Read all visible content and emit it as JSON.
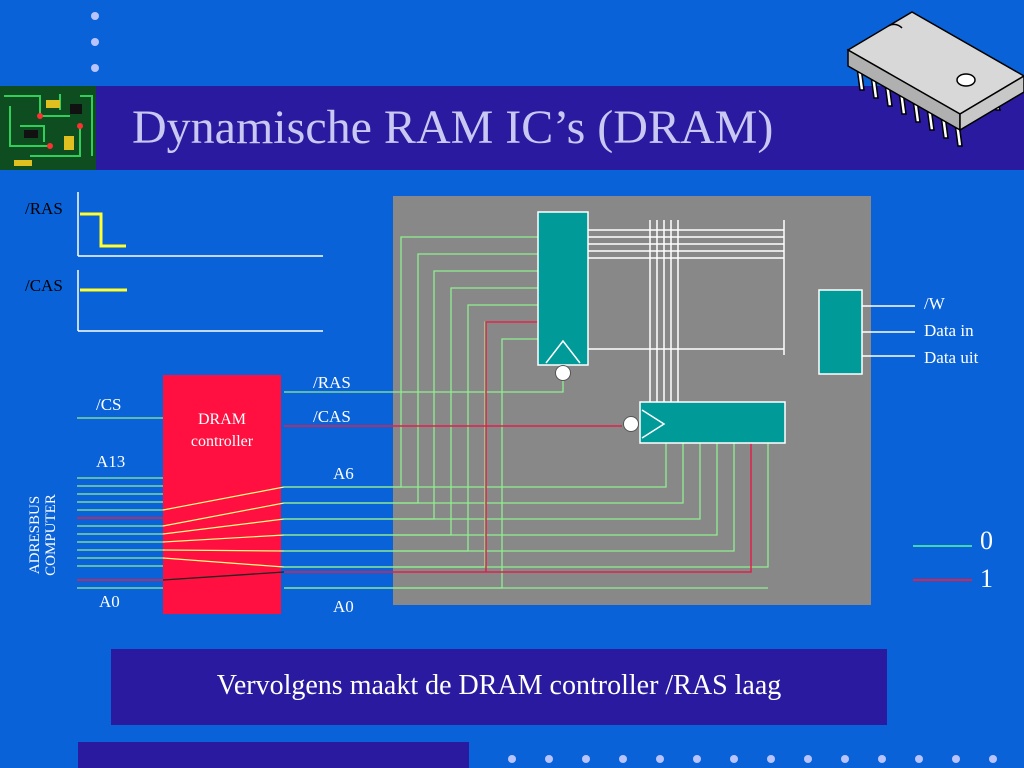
{
  "slide": {
    "title": "Dynamische RAM IC’s (DRAM)",
    "caption": "Vervolgens maakt de DRAM controller /RAS laag"
  },
  "timing": {
    "ras_label": "/RAS",
    "cas_label": "/CAS"
  },
  "controller": {
    "line1": "DRAM",
    "line2": "controller",
    "cs_label": "/CS",
    "a13_label": "A13",
    "a0_in_label": "A0",
    "ras_out_label": "/RAS",
    "cas_out_label": "/CAS",
    "a6_label": "A6",
    "a0_out_label": "A0",
    "bus_line1": "ADRESBUS",
    "bus_line2": "COMPUTER"
  },
  "memory_chip": {
    "w_label": "/W",
    "data_in_label": "Data in",
    "data_out_label": "Data uit"
  },
  "legend": {
    "zero_label": "0",
    "one_label": "1"
  },
  "colors": {
    "background": "#0a62d8",
    "title_band": "#2a1aa0",
    "low_level": "#3fd6b0",
    "high_level": "#e0204a",
    "controller_fill": "#ff1040",
    "chip_area": "#888888",
    "decoder_fill": "#009a98",
    "address_wire": "#90ee90",
    "ras_timing": "#ffff30"
  },
  "icons": [
    "pcb-image",
    "ic-chip-image"
  ]
}
